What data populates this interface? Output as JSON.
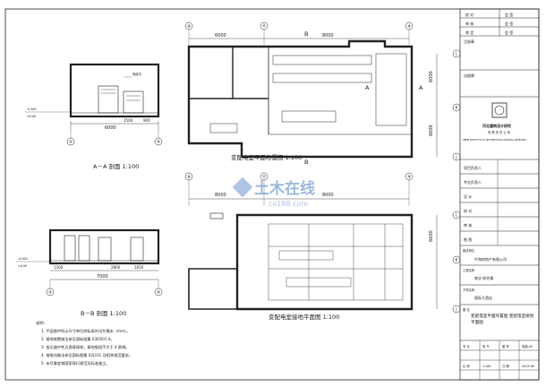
{
  "views": {
    "section_aa": {
      "title": "A－A 剖面  1:100",
      "dims": [
        "6000",
        "1500",
        "900"
      ],
      "tags": [
        "电缆沟",
        "-0.500",
        "±0.00"
      ]
    },
    "section_bb": {
      "title": "B－B 剖面  1:100",
      "dims": [
        "1300",
        "7000",
        "2800",
        "1650"
      ],
      "tags": [
        "-0.500",
        "±0.00"
      ]
    },
    "plan_top": {
      "title": "变配电室平面布置图  1:100",
      "dims": [
        "6000",
        "8000",
        "6000",
        "6000"
      ],
      "axes": [
        "⑯",
        "⑰",
        "⑱",
        "L",
        "K",
        "J"
      ],
      "cut_labels": [
        "B",
        "B",
        "A",
        "A"
      ]
    },
    "plan_bottom": {
      "title": "变配电室接地平面图  1:100",
      "dims": [
        "8000",
        "8000",
        "6000"
      ],
      "axes": [
        "⑯",
        "⑰",
        "⑱",
        "L",
        "K",
        "J"
      ]
    }
  },
  "notes": {
    "heading": "说明：",
    "lines": [
      "1. 平面图中所示尺寸单位除标高外均为毫米（mm）。",
      "2. 接地装置做法参见国标图集 03D501-4。",
      "3. 变压器中性点直接接地，接地电阻不大于 4 欧姆。",
      "4. 电缆沟做法参见国标图集 02J331 及相关规范要求。",
      "5. 未尽事宜按国家现行规范及标准施工。"
    ]
  },
  "title_block": {
    "top_rows": [
      [
        "校 对",
        "会 签"
      ],
      [
        "审 核",
        "会 签"
      ],
      [
        "审 定",
        "会 签"
      ]
    ],
    "stamp_label": "注册章",
    "seal_label": "出图章",
    "institute_name": "河北建筑设计研究",
    "institute_suffix": "有 限 责 任 公 司",
    "institute_en": "HEBEI INSTITUTE OF ARCHITECTURAL DESIGN & RESEARCH",
    "fields": [
      "项目负责人",
      "专业负责人",
      "设  计",
      "校  对",
      "审  核",
      "制  图"
    ],
    "owner_label": "建设单位",
    "owner": "中海房地产有限公司",
    "project_label": "工程名称",
    "project": "商业·综合楼",
    "subproject_label": "子项名称",
    "subproject": "国际大酒店",
    "drawing_label": "图 名",
    "drawing_title": "变配电室平面布置图 变配电室接地平面图",
    "foot": [
      "专 业",
      "电 气",
      "图 号",
      "电施-05",
      "比 例",
      "1:100",
      "日 期",
      "2013.06"
    ]
  },
  "watermark": {
    "main": "土木在线",
    "sub": "co188.com"
  }
}
